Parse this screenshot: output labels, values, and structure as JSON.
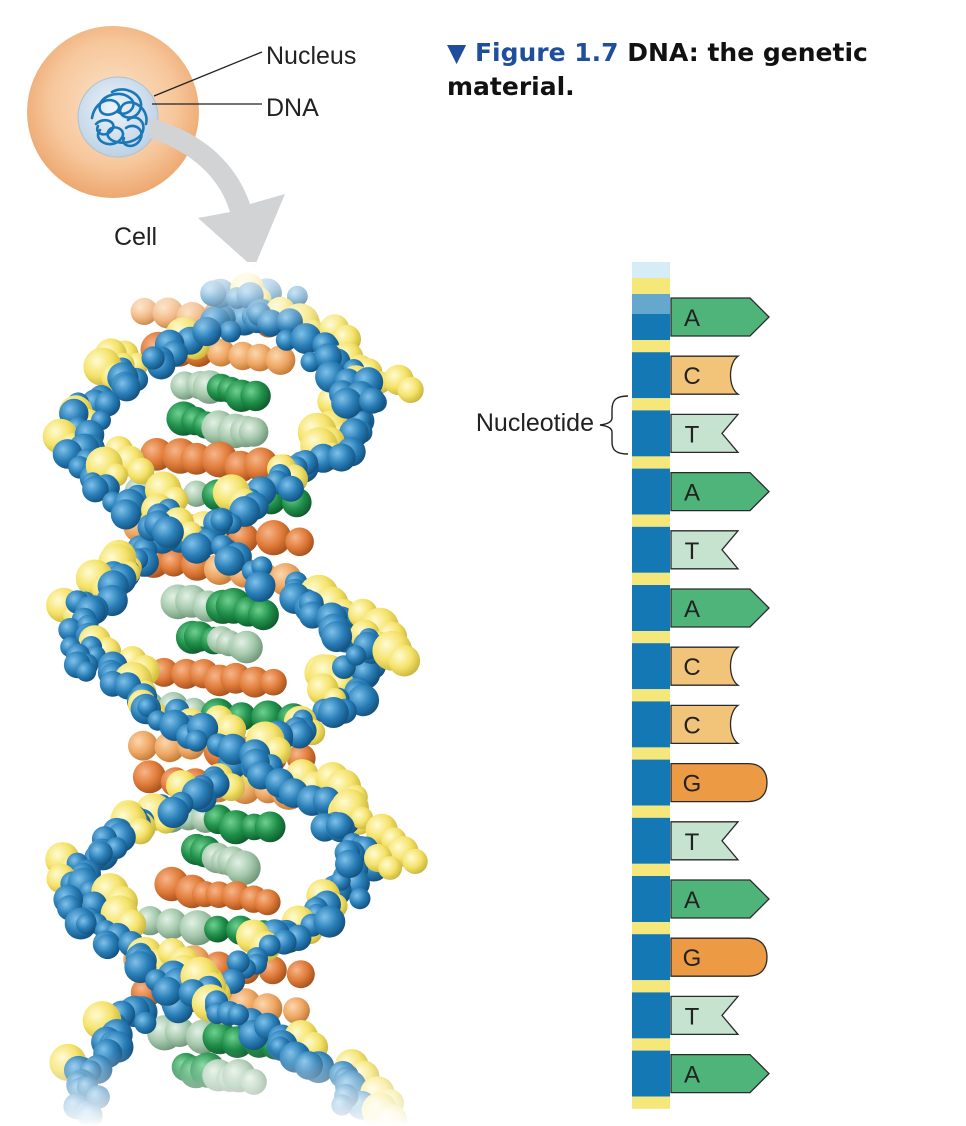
{
  "caption": {
    "marker": "▼",
    "figure_number": "Figure 1.7",
    "title": "DNA: the genetic material."
  },
  "cell_inset": {
    "labels": {
      "nucleus": "Nucleus",
      "dna": "DNA",
      "cell": "Cell"
    }
  },
  "sequence_diagram": {
    "nucleotide_label": "Nucleotide",
    "bases": [
      "A",
      "C",
      "T",
      "A",
      "T",
      "A",
      "C",
      "C",
      "G",
      "T",
      "A",
      "G",
      "T",
      "A"
    ]
  },
  "colors": {
    "A": "#4fb479",
    "C": "#f2c47a",
    "T": "#c5e3cf",
    "G": "#ed9a44",
    "backbone_blue": "#1478b4",
    "backbone_yellow": "#f6e77a",
    "caption_blue": "#1f4f9c",
    "cell": "#f3b27c",
    "nucleus": "#c9dcec",
    "arrow": "#d2d3d4",
    "helix_blue": "#2a7fb8",
    "helix_yellow": "#f5e36b",
    "helix_orange": "#e07c3a",
    "helix_green": "#1f8f4a",
    "helix_palegreen": "#a6c9ad"
  }
}
